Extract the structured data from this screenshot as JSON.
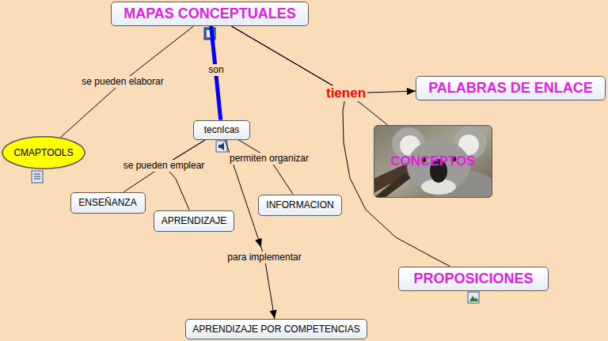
{
  "diagram": {
    "nodes": [
      {
        "text": [
          "MAPAS CONCEPTUALES"
        ]
      },
      {
        "text": [
          "PALABRAS DE ENLACE"
        ]
      },
      {
        "text": [
          "tecnIcas"
        ]
      },
      {
        "text": [
          "CMAPTOOLS"
        ]
      },
      {
        "text": [
          "CONCEPTOS"
        ]
      },
      {
        "text": [
          "ENSEÑANZA"
        ]
      },
      {
        "text": [
          "APRENDIZAJE"
        ]
      },
      {
        "text": [
          "INFORMACION"
        ]
      },
      {
        "text": [
          "PROPOSICIONES"
        ]
      },
      {
        "text": [
          "APRENDIZAJE POR COMPETENCIAS"
        ]
      }
    ],
    "edges": [
      {
        "from": 0,
        "to": 2,
        "label": "son",
        "arrow": "none"
      },
      {
        "from": 0,
        "to": 3,
        "label": "se pueden elaborar",
        "arrow": "none"
      },
      {
        "from": 0,
        "to": 1,
        "label": "tienen",
        "arrow": "to"
      },
      {
        "from": 0,
        "to": 4,
        "arrow": "none"
      },
      {
        "from": 0,
        "to": 8,
        "arrow": "none"
      },
      {
        "from": 2,
        "to": 5,
        "label": "se pueden emplear",
        "arrow": "none"
      },
      {
        "from": 2,
        "to": 6,
        "arrow": "none"
      },
      {
        "from": 2,
        "to": 7,
        "label": "permiten organizar",
        "arrow": "none"
      },
      {
        "from": 2,
        "to": 9,
        "label": "para implementar",
        "arrow": "to"
      }
    ]
  }
}
